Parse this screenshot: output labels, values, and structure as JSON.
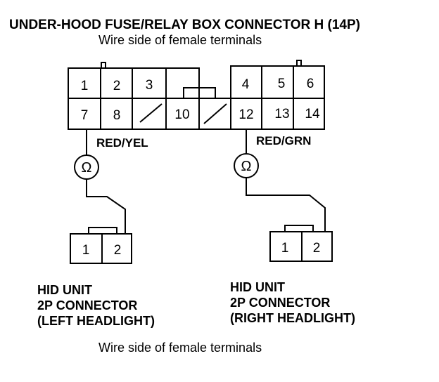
{
  "header": {
    "title": "UNDER-HOOD FUSE/RELAY BOX CONNECTOR H (14P)",
    "subtitle": "Wire side of female terminals"
  },
  "main_connector": {
    "terminals": {
      "t1": "1",
      "t2": "2",
      "t3": "3",
      "t4": "4",
      "t5": "5",
      "t6": "6",
      "t7": "7",
      "t8": "8",
      "t10": "10",
      "t12": "12",
      "t13": "13",
      "t14": "14"
    }
  },
  "wires": {
    "left": "RED/YEL",
    "right": "RED/GRN"
  },
  "meter_symbol": "Ω",
  "left_connector": {
    "pin1": "1",
    "pin2": "2",
    "label_line1": "HID UNIT",
    "label_line2": "2P CONNECTOR",
    "label_line3": "(LEFT HEADLIGHT)"
  },
  "right_connector": {
    "pin1": "1",
    "pin2": "2",
    "label_line1": "HID UNIT",
    "label_line2": "2P CONNECTOR",
    "label_line3": "(RIGHT HEADLIGHT)"
  },
  "footer": {
    "note": "Wire side of female terminals"
  }
}
